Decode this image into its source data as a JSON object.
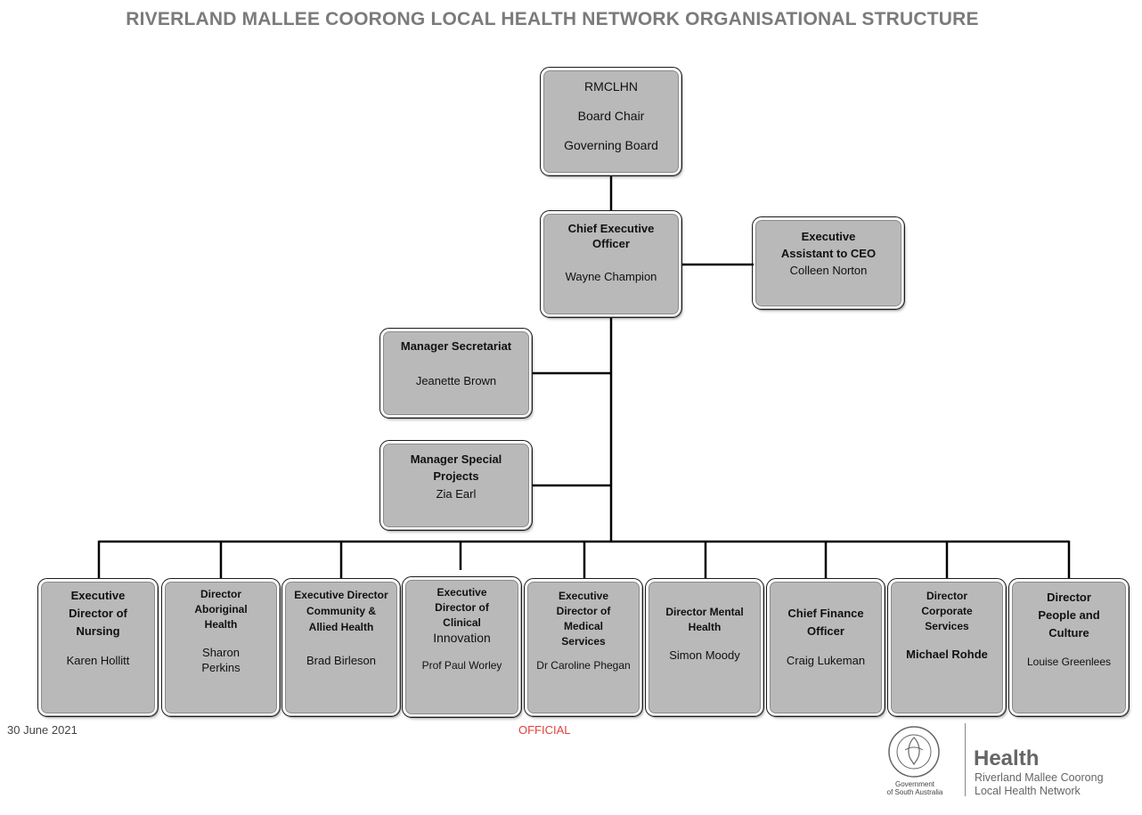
{
  "title": "RIVERLAND MALLEE COORONG LOCAL HEALTH NETWORK ORGANISATIONAL STRUCTURE",
  "board": {
    "line1": "RMCLHN",
    "line2": "Board Chair",
    "line3": "Governing Board"
  },
  "ceo": {
    "role": "Chief Executive Officer",
    "name": "Wayne Champion"
  },
  "ea": {
    "role_line1": "Executive",
    "role_line2": "Assistant to CEO",
    "name": "Colleen  Norton"
  },
  "secretariat": {
    "role": "Manager Secretariat",
    "name": "Jeanette  Brown"
  },
  "special": {
    "role": "Manager Special Projects",
    "name": "Zia Earl"
  },
  "directors": [
    {
      "role": "Executive Director of Nursing",
      "name": "Karen Hollitt"
    },
    {
      "role": "Director Aboriginal Health",
      "name": "Sharon Perkins"
    },
    {
      "role": "Executive Director Community & Allied Health",
      "name": "Brad Birleson"
    },
    {
      "role": "Executive Director of Clinical",
      "role_extra": "Innovation",
      "name": "Prof Paul Worley"
    },
    {
      "role": "Executive Director of Medical Services",
      "name": "Dr Caroline Phegan"
    },
    {
      "role": "Director Mental Health",
      "name": "Simon Moody"
    },
    {
      "role": "Chief Finance Officer",
      "name": "Craig Lukeman"
    },
    {
      "role": "Director Corporate Services",
      "name": "Michael Rohde"
    },
    {
      "role": "Director People and Culture",
      "name": "Louise Greenlees"
    }
  ],
  "footer": {
    "date": "30 June 2021",
    "classification": "OFFICIAL",
    "gov_line1": "Government",
    "gov_line2": "of South Australia",
    "health": "Health",
    "network_line1": "Riverland Mallee Coorong",
    "network_line2": "Local Health Network"
  }
}
